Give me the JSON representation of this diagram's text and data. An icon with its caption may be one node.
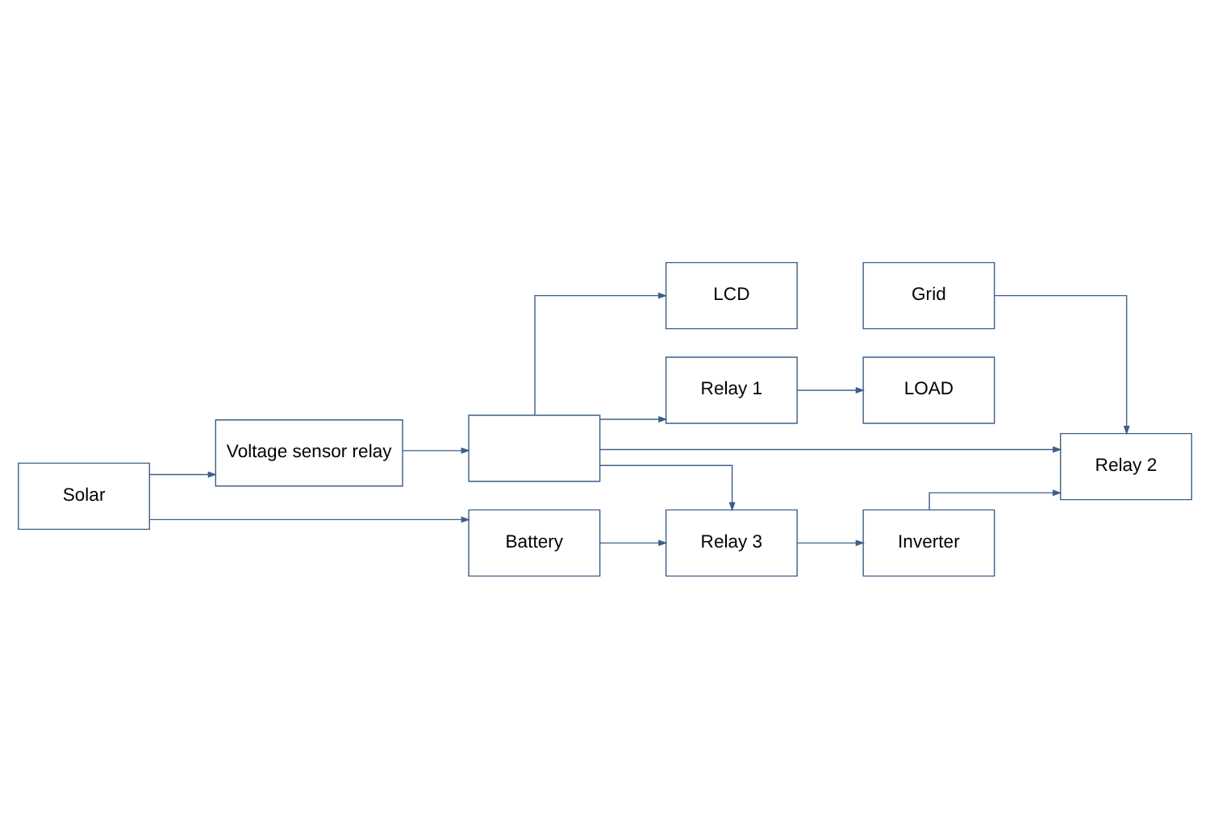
{
  "diagram": {
    "nodes": [
      {
        "text": [
          "LCD"
        ]
      },
      {
        "text": [],
        "shape": "box"
      },
      {
        "text": [
          "Voltage sensor relay"
        ]
      },
      {
        "text": [
          "Solar"
        ]
      },
      {
        "text": [
          "Relay 1"
        ]
      },
      {
        "text": [
          "Relay 2"
        ]
      },
      {
        "text": [
          "Relay 3"
        ]
      },
      {
        "text": [
          "Battery"
        ]
      },
      {
        "text": [
          "LOAD"
        ]
      },
      {
        "text": [
          "Grid"
        ]
      },
      {
        "text": [
          "Inverter"
        ]
      }
    ],
    "edges": [
      {
        "from": 1,
        "to": 0,
        "arrow": "to"
      },
      {
        "from": 2,
        "to": 1,
        "arrow": "to"
      },
      {
        "from": 3,
        "to": 2,
        "arrow": "to"
      },
      {
        "from": 3,
        "to": 7,
        "arrow": "to"
      },
      {
        "from": 7,
        "to": 6,
        "arrow": "to"
      },
      {
        "from": 1,
        "to": 4,
        "arrow": "to"
      },
      {
        "from": 1,
        "to": 5,
        "arrow": "to"
      },
      {
        "from": 1,
        "to": 6,
        "arrow": "to"
      },
      {
        "from": 4,
        "to": 8,
        "arrow": "to"
      },
      {
        "from": 9,
        "to": 5,
        "arrow": "to"
      },
      {
        "from": 10,
        "to": 5,
        "arrow": "to"
      },
      {
        "from": 6,
        "to": 10,
        "arrow": "to"
      }
    ]
  }
}
